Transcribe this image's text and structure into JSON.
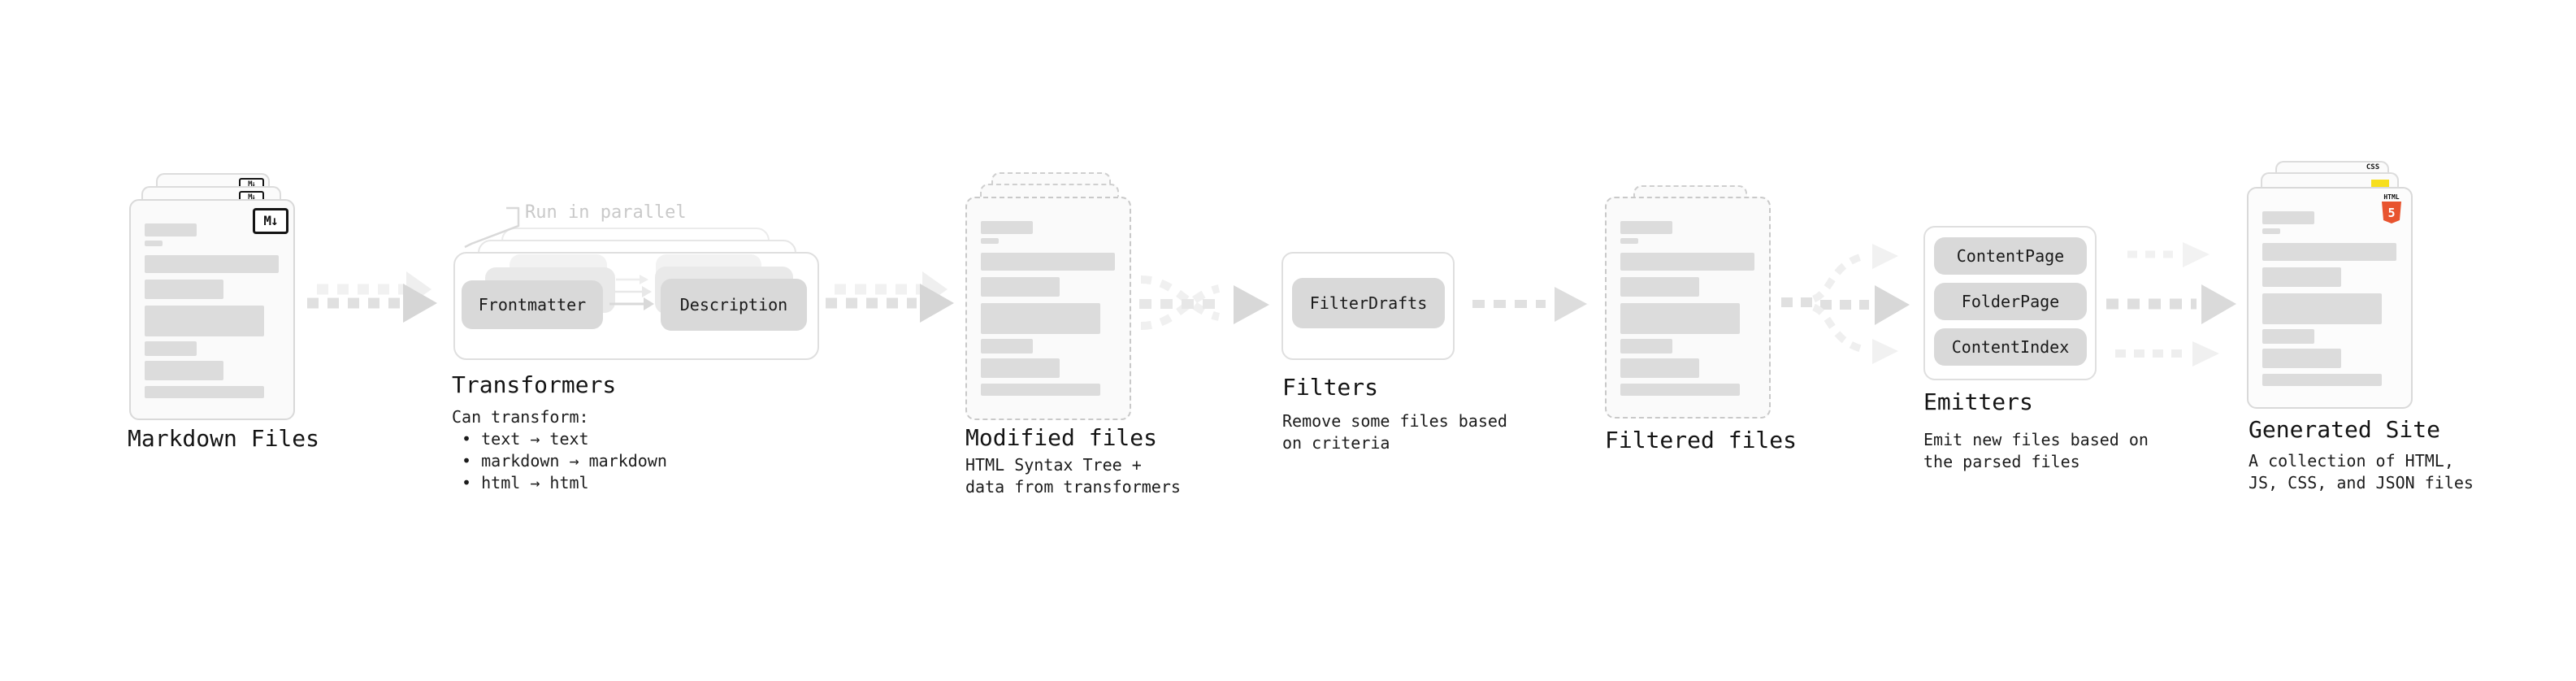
{
  "stages": {
    "markdown": {
      "label": "Markdown Files",
      "badge": "M↓"
    },
    "transformers": {
      "label": "Transformers",
      "note": "Run in parallel",
      "input_pill": "Frontmatter",
      "output_pill": "Description",
      "lines": [
        "Can transform:",
        " • text → text",
        " • markdown → markdown",
        " • html → html"
      ]
    },
    "modified": {
      "label": "Modified files",
      "lines": [
        "HTML Syntax Tree +",
        "data from transformers"
      ]
    },
    "filters": {
      "label": "Filters",
      "pill": "FilterDrafts",
      "lines": [
        "Remove some files based",
        "on criteria"
      ]
    },
    "filtered": {
      "label": "Filtered files"
    },
    "emitters": {
      "label": "Emitters",
      "pills": [
        "ContentPage",
        "FolderPage",
        "ContentIndex"
      ],
      "lines": [
        "Emit new files based on",
        "the parsed files"
      ]
    },
    "generated": {
      "label": "Generated Site",
      "lines": [
        "A collection of HTML,",
        "JS, CSS, and JSON files"
      ],
      "badges": {
        "css": "CSS",
        "html_word": "HTML",
        "html_number": "5"
      }
    }
  },
  "colors": {
    "arrow_dark": "#d6d6d6",
    "arrow_light": "#efefef",
    "pill_bg": "#d9d9d9",
    "note_gray": "#c9c9c9",
    "bar_gray": "#dcdcdc",
    "js_yellow": "#f7df1e",
    "css_blue": "#2965f1",
    "html5_orange": "#e8542f"
  }
}
